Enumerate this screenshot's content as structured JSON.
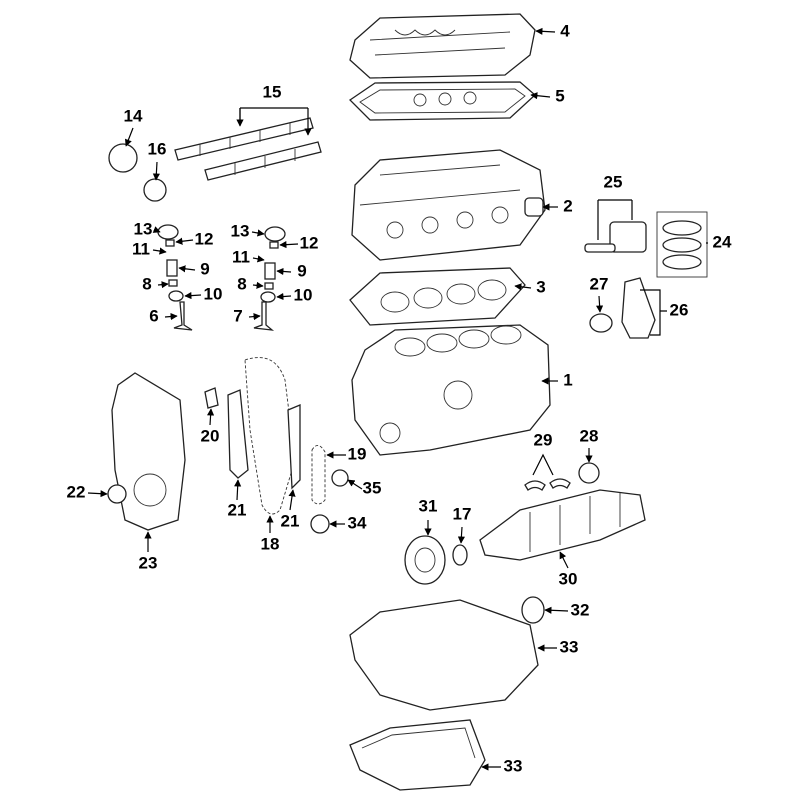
{
  "title": "Engine parts exploded diagram",
  "callouts": [
    "1",
    "2",
    "3",
    "4",
    "5",
    "6",
    "7",
    "8",
    "8",
    "9",
    "9",
    "10",
    "10",
    "11",
    "11",
    "12",
    "12",
    "13",
    "13",
    "14",
    "15",
    "16",
    "17",
    "18",
    "19",
    "20",
    "21",
    "21",
    "22",
    "23",
    "24",
    "25",
    "26",
    "27",
    "28",
    "29",
    "30",
    "31",
    "32",
    "33",
    "33",
    "34",
    "35"
  ]
}
